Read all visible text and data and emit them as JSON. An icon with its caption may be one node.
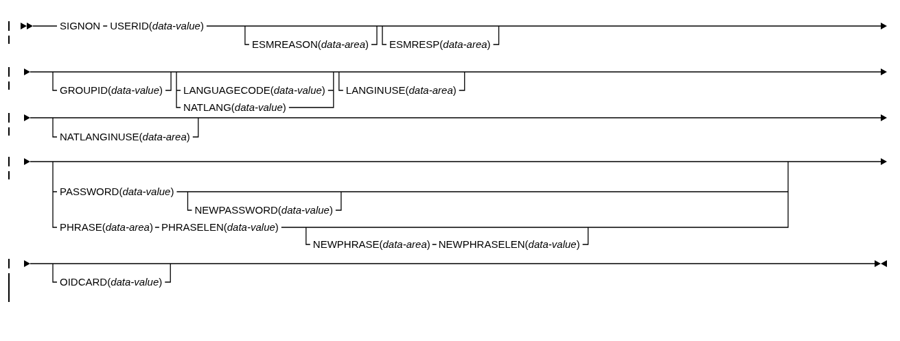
{
  "diagram": {
    "labels": [
      "SIGNON",
      "USERID(*data-value*)",
      "ESMREASON(*data-area*)",
      "ESMRESP(*data-area*)",
      "GROUPID(*data-value*)",
      "LANGUAGECODE(*data-value*)",
      "NATLANG(*data-value*)",
      "LANGINUSE(*data-area*)",
      "NATLANGINUSE(*data-area*)",
      "PASSWORD(*data-value*)",
      "NEWPASSWORD(*data-value*)",
      "PHRASE(*data-area*)",
      "PHRASELEN(*data-value*)",
      "NEWPHRASE(*data-area*)",
      "NEWPHRASELEN(*data-value*)",
      "OIDCARD(*data-value*)"
    ]
  }
}
